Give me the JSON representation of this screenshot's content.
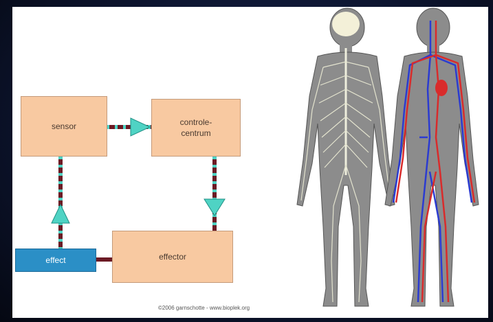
{
  "diagram": {
    "sensor": "sensor",
    "control_line1": "controle-",
    "control_line2": "centrum",
    "effector": "effector",
    "effect": "effect"
  },
  "credit": "©2006 garnschotte - www.bioplek.org",
  "colors": {
    "box_fill": "#f8c9a1",
    "effect_fill": "#2b8fc6",
    "arrow_dark": "#6b1a24",
    "arrow_light": "#4fd3c4",
    "vein": "#2b3bd1",
    "artery": "#d92b2b",
    "skin": "#8c8c8c"
  }
}
